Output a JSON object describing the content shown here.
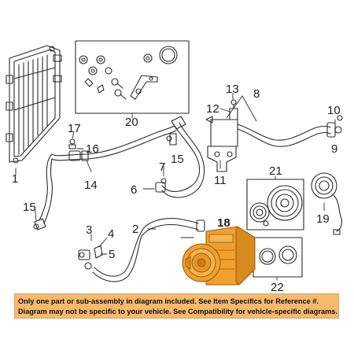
{
  "colors": {
    "line": "#2b2b2b",
    "highlight": "#f0a030",
    "highlight_dark": "#c97a10",
    "banner": "#f6b96d"
  },
  "callouts": {
    "c1": "1",
    "c2": "2",
    "c3": "3",
    "c4": "4",
    "c5": "5",
    "c6": "6",
    "c7": "7",
    "c8": "8",
    "c9": "9",
    "c10": "10",
    "c11": "11",
    "c12": "12",
    "c13": "13",
    "c14": "14",
    "c15a": "15",
    "c15b": "15",
    "c16": "16",
    "c17": "17",
    "c18": "18",
    "c19": "19",
    "c20": "20",
    "c21": "21",
    "c22": "22"
  },
  "disclaimer": {
    "line1": "Only one part or sub-assembly in diagram included. See Item Specifics for Reference #.",
    "line2": "Diagram may not be specific to your vehicle. See Compatibility for vehicle-specific diagrams."
  }
}
